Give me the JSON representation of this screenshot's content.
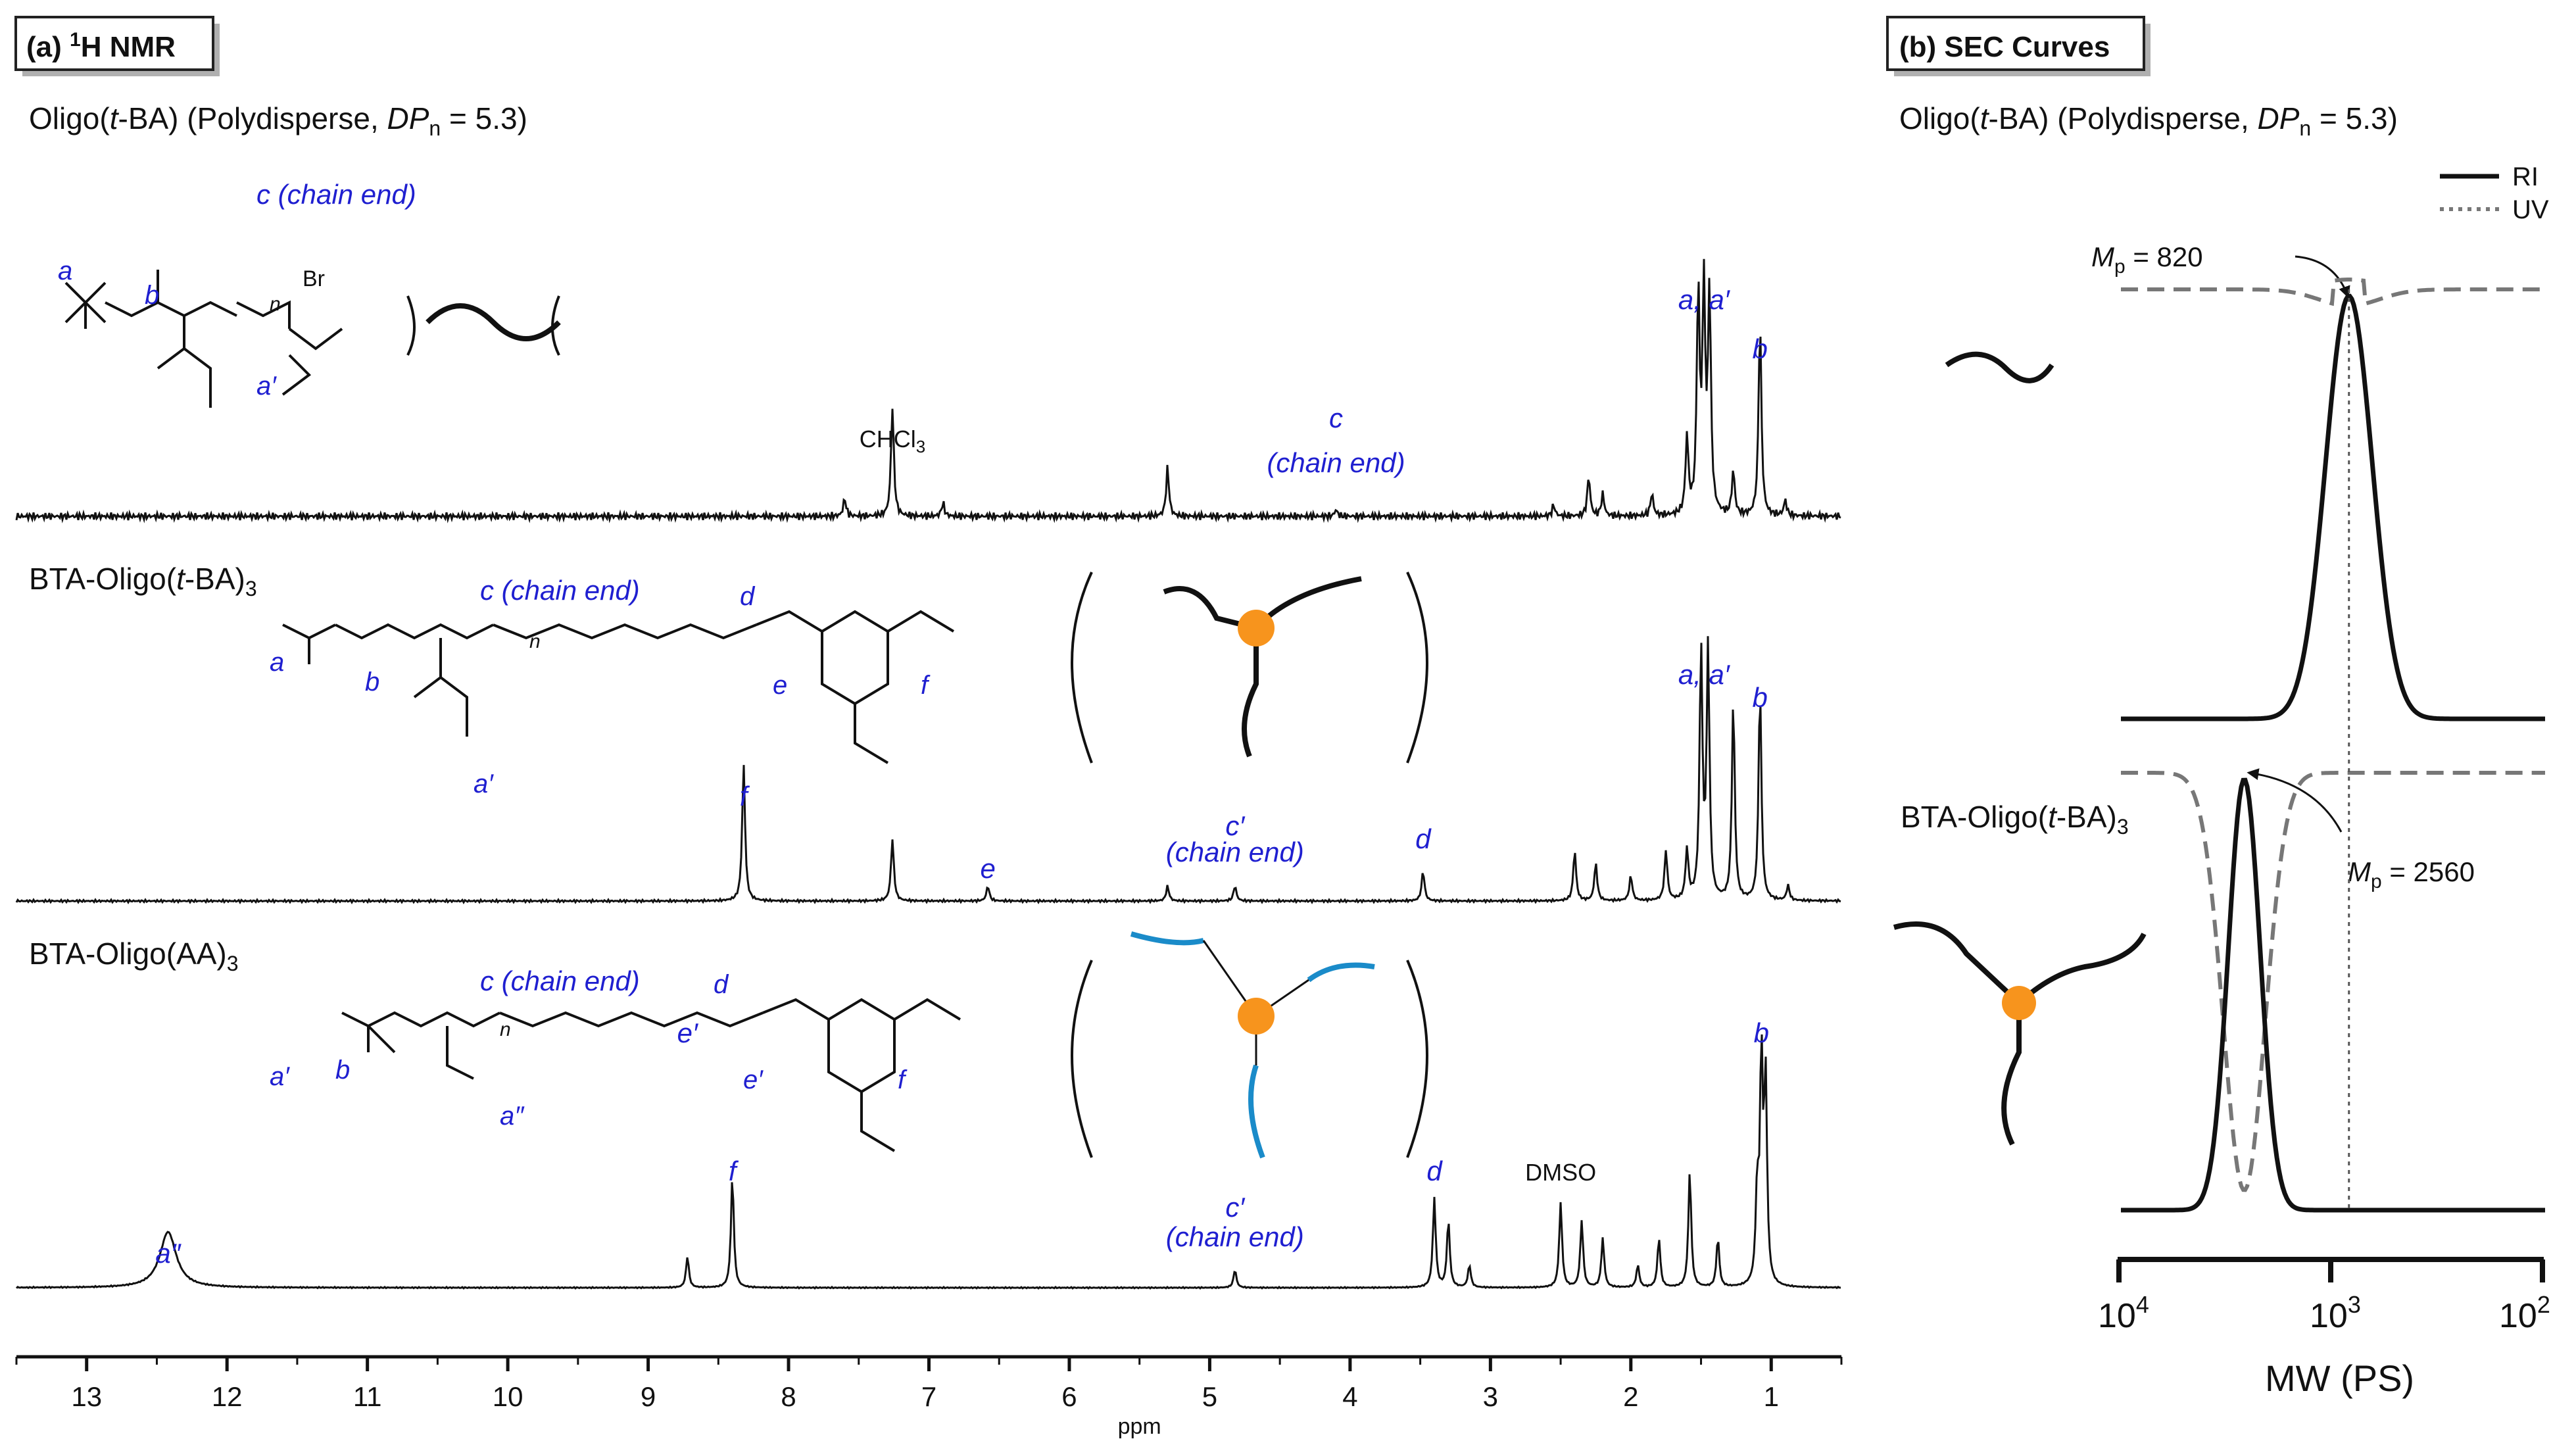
{
  "panel_a": {
    "label_prefix": "(a)",
    "label_sup": "1",
    "label_text": "H NMR",
    "rows": [
      {
        "name_prefix": "Oligo(",
        "name_italic": "t",
        "name_suffix": "-BA) (Polydisperse, ",
        "dp_italic": "DP",
        "dp_sub": "n",
        "dp_value": " = 5.3)",
        "annotations": [
          {
            "text": "a, a′",
            "ppm": 1.48
          },
          {
            "text": "b",
            "ppm": 1.08
          },
          {
            "text": "c",
            "ppm": 4.1
          },
          {
            "text": "(chain end)",
            "ppm": 4.1
          },
          {
            "text": "CHCl",
            "sub": "3",
            "ppm": 7.26
          }
        ],
        "structure_labels": [
          "a",
          "b",
          "c (chain end)",
          "n",
          "Br",
          "a′"
        ]
      },
      {
        "name_prefix": "BTA-Oligo(",
        "name_italic": "t",
        "name_suffix": "-BA)",
        "name_sub": "3",
        "annotations": [
          {
            "text": "a, a′",
            "ppm": 1.48
          },
          {
            "text": "b",
            "ppm": 1.08
          },
          {
            "text": "f",
            "ppm": 8.32
          },
          {
            "text": "e",
            "ppm": 6.58
          },
          {
            "text": "c′",
            "ppm": 4.82
          },
          {
            "text": "(chain end)",
            "ppm": 4.82
          },
          {
            "text": "d",
            "ppm": 3.48
          }
        ],
        "structure_labels": [
          "a",
          "b",
          "c (chain end)",
          "d",
          "e",
          "f",
          "n",
          "a′"
        ]
      },
      {
        "name_prefix": "BTA-Oligo(AA)",
        "name_sub": "3",
        "annotations": [
          {
            "text": "a″",
            "ppm": 12.42
          },
          {
            "text": "e′",
            "ppm": 8.72
          },
          {
            "text": "f",
            "ppm": 8.4
          },
          {
            "text": "c′",
            "ppm": 4.82
          },
          {
            "text": "(chain end)",
            "ppm": 4.82
          },
          {
            "text": "d",
            "ppm": 3.4
          },
          {
            "text": "DMSO",
            "ppm": 2.5
          },
          {
            "text": "b",
            "ppm": 1.07
          }
        ],
        "structure_labels": [
          "a′",
          "b",
          "c (chain end)",
          "d",
          "e′",
          "f",
          "n",
          "a″"
        ]
      }
    ]
  },
  "panel_b": {
    "label": "(b) SEC Curves",
    "subtitle_prefix": "Oligo(",
    "subtitle_italic": "t",
    "subtitle_suffix": "-BA) (Polydisperse, ",
    "subtitle_dp_italic": "DP",
    "subtitle_dp_sub": "n",
    "subtitle_dp_value": " = 5.3)",
    "row2_prefix": "BTA-Oligo(",
    "row2_italic": "t",
    "row2_suffix": "-BA)",
    "row2_sub": "3",
    "mp1_italic": "M",
    "mp1_sub": "p",
    "mp1_value": " = 820",
    "mp2_italic": "M",
    "mp2_sub": "p",
    "mp2_value": " = 2560",
    "legend": [
      {
        "name": "RI",
        "style": "solid"
      },
      {
        "name": "UV",
        "style": "dotted"
      }
    ],
    "xticks": [
      {
        "base": "10",
        "exp": "4"
      },
      {
        "base": "10",
        "exp": "3"
      },
      {
        "base": "10",
        "exp": "2"
      }
    ],
    "xlabel": "MW (PS)"
  },
  "chart_data": [
    {
      "type": "line",
      "xlabel": "ppm",
      "xlim": [
        13.5,
        0.5
      ],
      "xticks": [
        13,
        12,
        11,
        10,
        9,
        8,
        7,
        6,
        5,
        4,
        3,
        2,
        1
      ],
      "series": [
        {
          "peaks": [
            [
              7.6,
              0.08
            ],
            [
              7.26,
              0.5
            ],
            [
              6.9,
              0.06
            ],
            [
              5.3,
              0.22
            ],
            [
              4.1,
              0.03
            ],
            [
              2.55,
              0.05
            ],
            [
              2.3,
              0.18
            ],
            [
              2.2,
              0.1
            ],
            [
              1.85,
              0.1
            ],
            [
              1.6,
              0.35
            ],
            [
              1.52,
              1.0
            ],
            [
              1.48,
              1.0
            ],
            [
              1.44,
              1.0
            ],
            [
              1.27,
              0.2
            ],
            [
              1.08,
              0.88
            ],
            [
              0.9,
              0.07
            ]
          ]
        },
        {
          "peaks": [
            [
              8.32,
              0.55
            ],
            [
              7.26,
              0.25
            ],
            [
              6.58,
              0.06
            ],
            [
              5.3,
              0.06
            ],
            [
              4.82,
              0.06
            ],
            [
              3.48,
              0.12
            ],
            [
              2.4,
              0.2
            ],
            [
              2.25,
              0.15
            ],
            [
              2.0,
              0.1
            ],
            [
              1.75,
              0.2
            ],
            [
              1.6,
              0.2
            ],
            [
              1.5,
              1.0
            ],
            [
              1.45,
              1.0
            ],
            [
              1.27,
              0.8
            ],
            [
              1.08,
              0.85
            ],
            [
              0.88,
              0.06
            ]
          ]
        },
        {
          "peaks": [
            [
              12.42,
              0.25
            ],
            [
              8.72,
              0.14
            ],
            [
              8.4,
              0.5
            ],
            [
              4.82,
              0.08
            ],
            [
              3.4,
              0.4
            ],
            [
              3.3,
              0.3
            ],
            [
              3.15,
              0.1
            ],
            [
              2.5,
              0.38
            ],
            [
              2.35,
              0.3
            ],
            [
              2.2,
              0.22
            ],
            [
              1.95,
              0.1
            ],
            [
              1.8,
              0.22
            ],
            [
              1.58,
              0.52
            ],
            [
              1.38,
              0.22
            ],
            [
              1.1,
              0.4
            ],
            [
              1.07,
              1.0
            ],
            [
              1.04,
              0.9
            ]
          ]
        }
      ]
    },
    {
      "type": "line",
      "xlabel": "MW (PS)",
      "x_scale": "log-reversed",
      "xlim": [
        10000,
        100
      ],
      "series": [
        {
          "name": "RI",
          "curve": "Oligo(t-BA)",
          "peak_mw": 820
        },
        {
          "name": "UV",
          "curve": "Oligo(t-BA)",
          "peak_mw": 820
        },
        {
          "name": "RI",
          "curve": "BTA-Oligo(t-BA)3",
          "peak_mw": 2560
        },
        {
          "name": "UV",
          "curve": "BTA-Oligo(t-BA)3",
          "peak_mw": 2560
        }
      ]
    }
  ]
}
